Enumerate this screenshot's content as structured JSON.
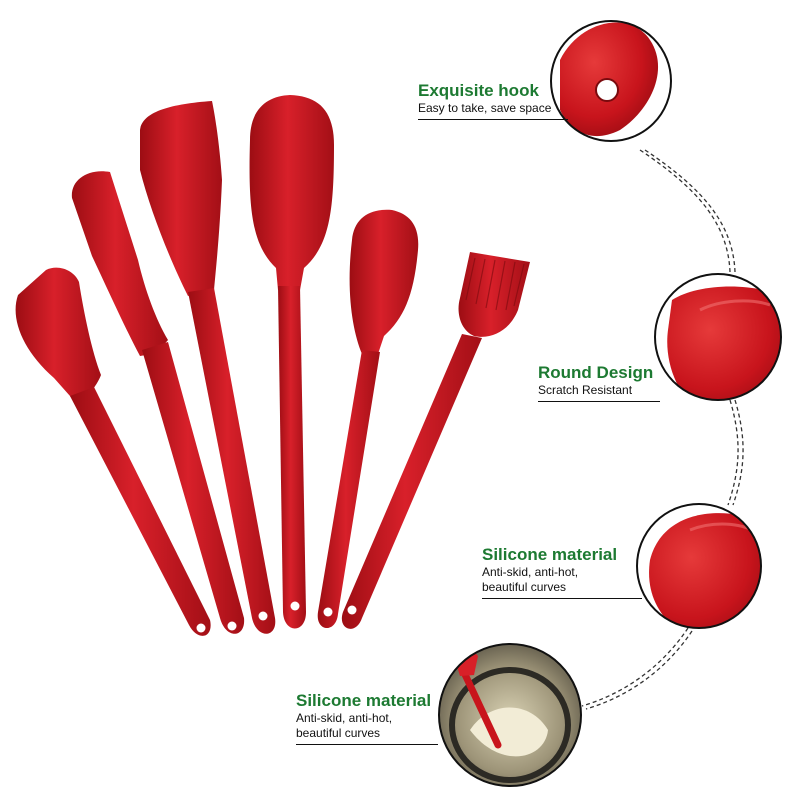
{
  "colors": {
    "title_green": "#1d7a32",
    "silicone_red": "#c8141c",
    "dark_red": "#8e0a10",
    "highlight_red": "#e44848",
    "rule": "#111111"
  },
  "product_items": [
    {
      "name": "spatula-small-angled"
    },
    {
      "name": "spreader-narrow"
    },
    {
      "name": "spatula-large-angled"
    },
    {
      "name": "spoon-spatula-large"
    },
    {
      "name": "spoon-spatula-small"
    },
    {
      "name": "basting-brush"
    }
  ],
  "features": [
    {
      "title": "Exquisite hook",
      "desc": "Easy to take, save space",
      "detail_icon": "hook-hole-closeup"
    },
    {
      "title": "Round Design",
      "desc": "Scratch Resistant",
      "detail_icon": "rounded-corner-closeup"
    },
    {
      "title": "Silicone material",
      "desc": "Anti-skid, anti-hot,\nbeautiful curves",
      "detail_icon": "spatula-tip-closeup"
    },
    {
      "title": "Silicone material",
      "desc": "Anti-skid, anti-hot,\nbeautiful curves",
      "detail_icon": "mixing-bowl-photo"
    }
  ]
}
